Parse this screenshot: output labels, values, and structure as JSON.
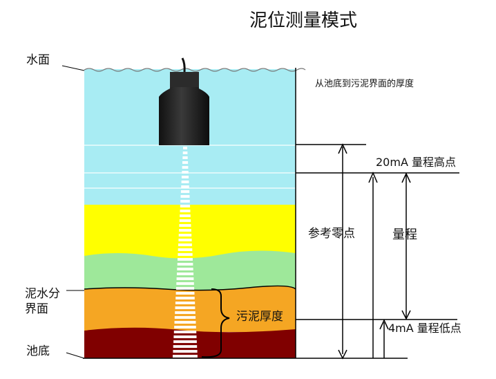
{
  "title": "泥位测量模式",
  "labels": {
    "water_surface": "水面",
    "bottom_description": "从池底到污泥界面的厚度",
    "high_point": "20mA 量程高点",
    "reference_zero": "参考零点",
    "range": "量程",
    "interface_line1": "泥水分",
    "interface_line2": "界面",
    "sludge_thickness": "污泥厚度",
    "low_point": "4mA 量程低点",
    "tank_bottom": "池底"
  },
  "colors": {
    "water": "#a8ecf3",
    "sludge_yellow": "#ffff00",
    "sludge_green": "#9ee89a",
    "sludge_orange": "#f5a623",
    "sludge_darkred": "#800000",
    "sensor": "#222222",
    "lines": "#000000"
  },
  "icons": {
    "sensor": "ultrasonic-sensor-icon"
  }
}
